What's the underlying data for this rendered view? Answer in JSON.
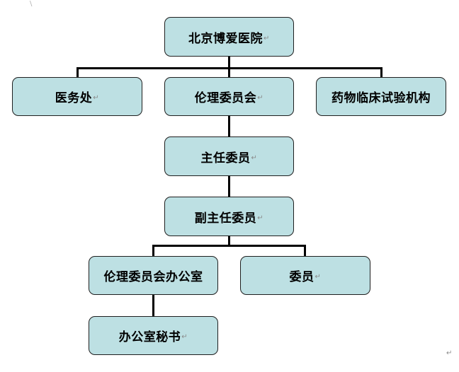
{
  "diagram": {
    "nodes": {
      "root": {
        "label": "北京博爱医院"
      },
      "medical_affairs": {
        "label": "医务处"
      },
      "ethics_committee": {
        "label": "伦理委员会"
      },
      "drug_trial_institution": {
        "label": "药物临床试验机构"
      },
      "director": {
        "label": "主任委员"
      },
      "vice_director": {
        "label": "副主任委员"
      },
      "ethics_office": {
        "label": "伦理委员会办公室"
      },
      "members": {
        "label": "委员"
      },
      "office_secretary": {
        "label": "办公室秘书"
      }
    },
    "edges": [
      {
        "from": "北京博爱医院",
        "to": "医务处"
      },
      {
        "from": "北京博爱医院",
        "to": "伦理委员会"
      },
      {
        "from": "北京博爱医院",
        "to": "药物临床试验机构"
      },
      {
        "from": "伦理委员会",
        "to": "主任委员"
      },
      {
        "from": "主任委员",
        "to": "副主任委员"
      },
      {
        "from": "副主任委员",
        "to": "伦理委员会办公室"
      },
      {
        "from": "副主任委员",
        "to": "委员"
      },
      {
        "from": "伦理委员会办公室",
        "to": "办公室秘书"
      }
    ],
    "paragraph_mark": "↵",
    "colors": {
      "node_fill": "#bde0e3",
      "node_border": "#1f1f1f",
      "connector": "#000000"
    }
  }
}
